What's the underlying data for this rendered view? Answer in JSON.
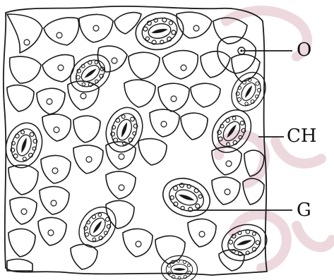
{
  "figure": {
    "labels": {
      "o": "O",
      "ch": "CH",
      "g": "G"
    }
  },
  "colors": {
    "ink": "#1a1a1a",
    "background": "#ffffff",
    "watermark": "#e7cdd3"
  }
}
